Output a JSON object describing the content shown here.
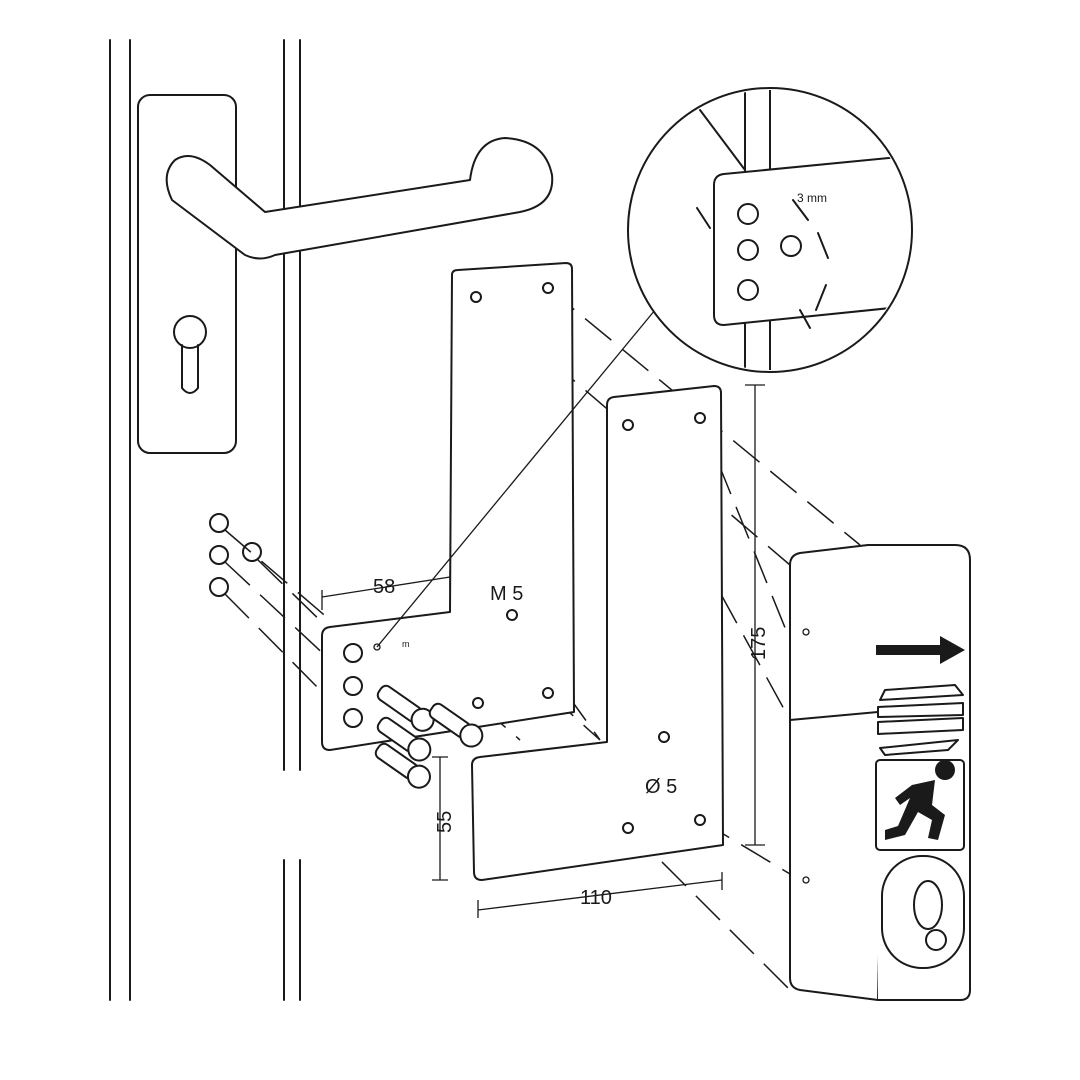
{
  "title": "Door mounting installation diagram",
  "detail": {
    "gap_label": "3 mm"
  },
  "dimensions": {
    "width_top": "58",
    "thread": "M 5",
    "small_mark": "m",
    "height": "175",
    "hole_diameter": "Ø 5",
    "foot_height": "55",
    "foot_width": "110"
  },
  "colors": {
    "line": "#1a1a1a",
    "background": "#ffffff"
  }
}
